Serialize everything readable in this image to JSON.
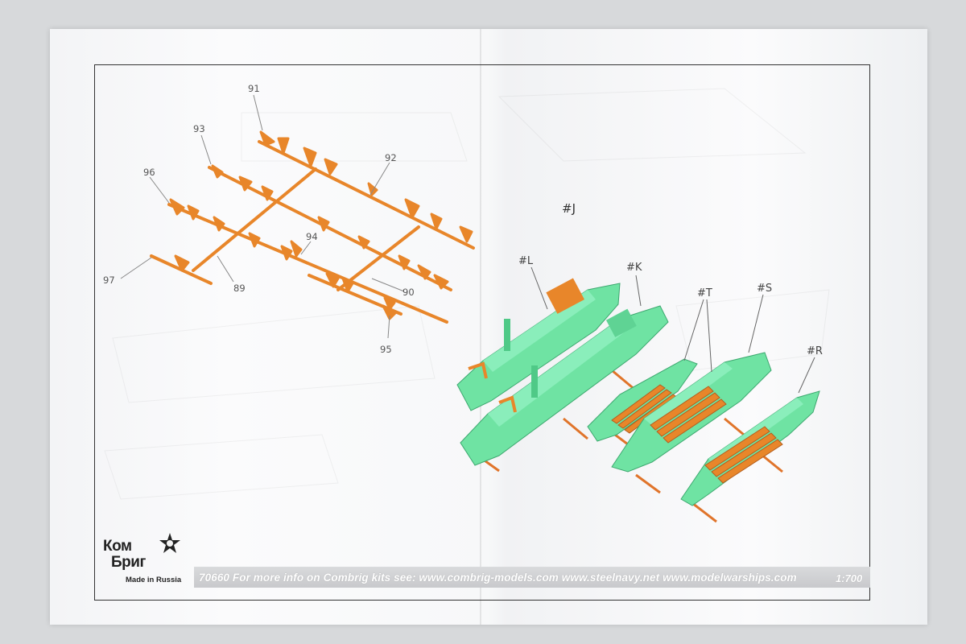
{
  "parts": {
    "p91": "91",
    "p93": "93",
    "p92": "92",
    "p96": "96",
    "p94": "94",
    "p97": "97",
    "p89": "89",
    "p90": "90",
    "p95": "95"
  },
  "boats": {
    "j": "#J",
    "l": "#L",
    "k": "#K",
    "t": "#T",
    "s": "#S",
    "r": "#R"
  },
  "footer": {
    "text": "70660 For more info on Combrig kits see: www.combrig-models.com www.steelnavy.net www.modelwarships.com",
    "scale": "1:700"
  },
  "logo": {
    "line1": "Ком",
    "line2": "Бриг",
    "sub": "Made in Russia"
  },
  "colors": {
    "sprue": "#e8862a",
    "boat": "#6fe3a3",
    "boat_dark": "#4fc987",
    "frame": "#333333"
  }
}
